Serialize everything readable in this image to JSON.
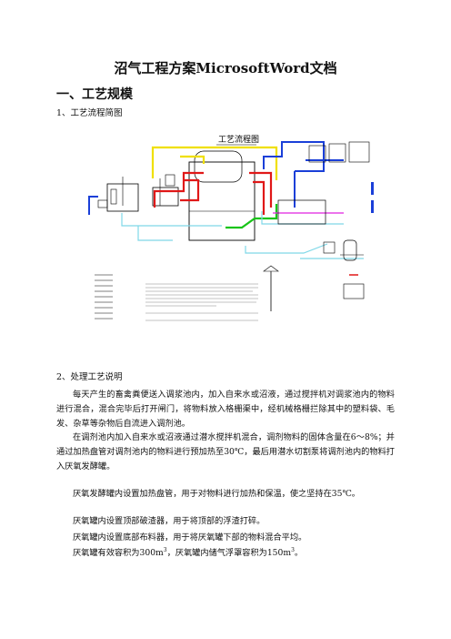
{
  "document": {
    "title": "沼气工程方案MicrosoftWord文档",
    "section1_heading": "一、工艺规模",
    "subsection1": "1、工艺流程简图",
    "diagram": {
      "title": "工艺流程图"
    },
    "subsection2": "2、处理工艺说明",
    "paragraphs": [
      "每天产生的畜禽粪便送入调浆池内，加入自来水或沼液，通过搅拌机对调浆池内的物料进行混合，混合完毕后打开闸门，将物料放入格栅渠中，经机械格栅拦除其中的塑料袋、毛发、杂草等杂物后自流进入调剂池。",
      "在调剂池内加入自来水或沼液通过潜水搅拌机混合，调剂物料的固体含量在6～8%；并通过加热盘管对调剂池内的物料进行预加热至30℃，最后用潜水切割泵将调剂池内的物料打入厌氧发酵罐。",
      "厌氧发酵罐内设置加热盘管，用于对物料进行加热和保温，使之坚持在35℃。",
      "厌氧罐内设置顶部破渣器，用于将顶部的浮渣打碎。",
      "厌氧罐内设置底部布料器，用于将厌氧罐下部的物料混合平均。"
    ],
    "last_para": {
      "part1": "厌氧罐有效容积为300m",
      "sup1": "3",
      "part2": "，厌氧罐内储气浮罩容积为150m",
      "sup2": "3",
      "part3": "。"
    }
  }
}
